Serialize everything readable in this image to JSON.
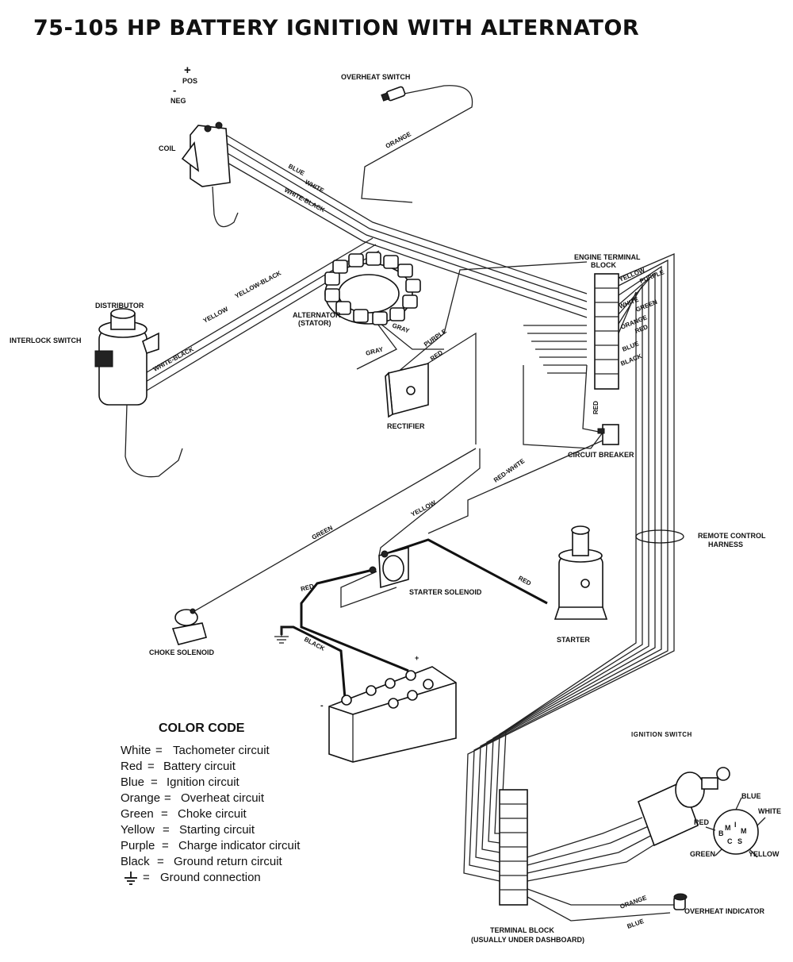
{
  "title": "75-105 HP BATTERY IGNITION WITH ALTERNATOR",
  "components": {
    "pos": "POS",
    "neg": "NEG",
    "coil": "COIL",
    "overheat_switch": "OVERHEAT SWITCH",
    "distributor": "DISTRIBUTOR",
    "interlock_switch": "INTERLOCK SWITCH",
    "alternator_line1": "ALTERNATOR",
    "alternator_line2": "(STATOR)",
    "rectifier": "RECTIFIER",
    "engine_terminal_block_line1": "ENGINE TERMINAL",
    "engine_terminal_block_line2": "BLOCK",
    "circuit_breaker": "CIRCUIT BREAKER",
    "remote_control_harness_line1": "REMOTE CONTROL",
    "remote_control_harness_line2": "HARNESS",
    "starter_solenoid": "STARTER SOLENOID",
    "starter": "STARTER",
    "choke_solenoid": "CHOKE SOLENOID",
    "ignition_switch": "IGNITION SWITCH",
    "overheat_indicator": "OVERHEAT INDICATOR",
    "terminal_block_line1": "TERMINAL BLOCK",
    "terminal_block_line2": "(USUALLY UNDER DASHBOARD)",
    "plus": "+",
    "minus": "-"
  },
  "wires": {
    "orange_top": "ORANGE",
    "blue": "BLUE",
    "white": "WHITE",
    "white_black": "WHITE-BLACK",
    "yellow_black": "YELLOW-BLACK",
    "yellow": "YELLOW",
    "white_black_dist": "WHITE-BLACK",
    "gray_1": "GRAY",
    "gray_2": "GRAY",
    "purple": "PURPLE",
    "red_rect": "RED",
    "block_wires": [
      "YELLOW",
      "PURPLE",
      "WHITE",
      "GREEN",
      "ORANGE",
      "RED",
      "BLUE",
      "BLACK"
    ],
    "red_cb": "RED",
    "red_white": "RED-WHITE",
    "yellow_sol": "YELLOW",
    "green": "GREEN",
    "red_starter": "RED",
    "red_batt": "RED",
    "black_batt": "BLACK",
    "orange_ind": "ORANGE",
    "blue_ind": "BLUE"
  },
  "switch_terminals": {
    "blue": "BLUE",
    "white": "WHITE",
    "red": "RED",
    "green": "GREEN",
    "yellow": "YELLOW",
    "letters": [
      "I",
      "M",
      "B",
      "C",
      "S",
      "M"
    ]
  },
  "color_code": {
    "heading": "COLOR CODE",
    "items": [
      {
        "color": "White",
        "circuit": "Tachometer circuit"
      },
      {
        "color": "Red",
        "circuit": "Battery circuit"
      },
      {
        "color": "Blue",
        "circuit": "Ignition circuit"
      },
      {
        "color": "Orange",
        "circuit": "Overheat circuit"
      },
      {
        "color": "Green",
        "circuit": "Choke circuit"
      },
      {
        "color": "Yellow",
        "circuit": "Starting circuit"
      },
      {
        "color": "Purple",
        "circuit": "Charge indicator circuit"
      },
      {
        "color": "Black",
        "circuit": "Ground return circuit"
      }
    ],
    "ground_text": "Ground connection",
    "equals": "="
  }
}
